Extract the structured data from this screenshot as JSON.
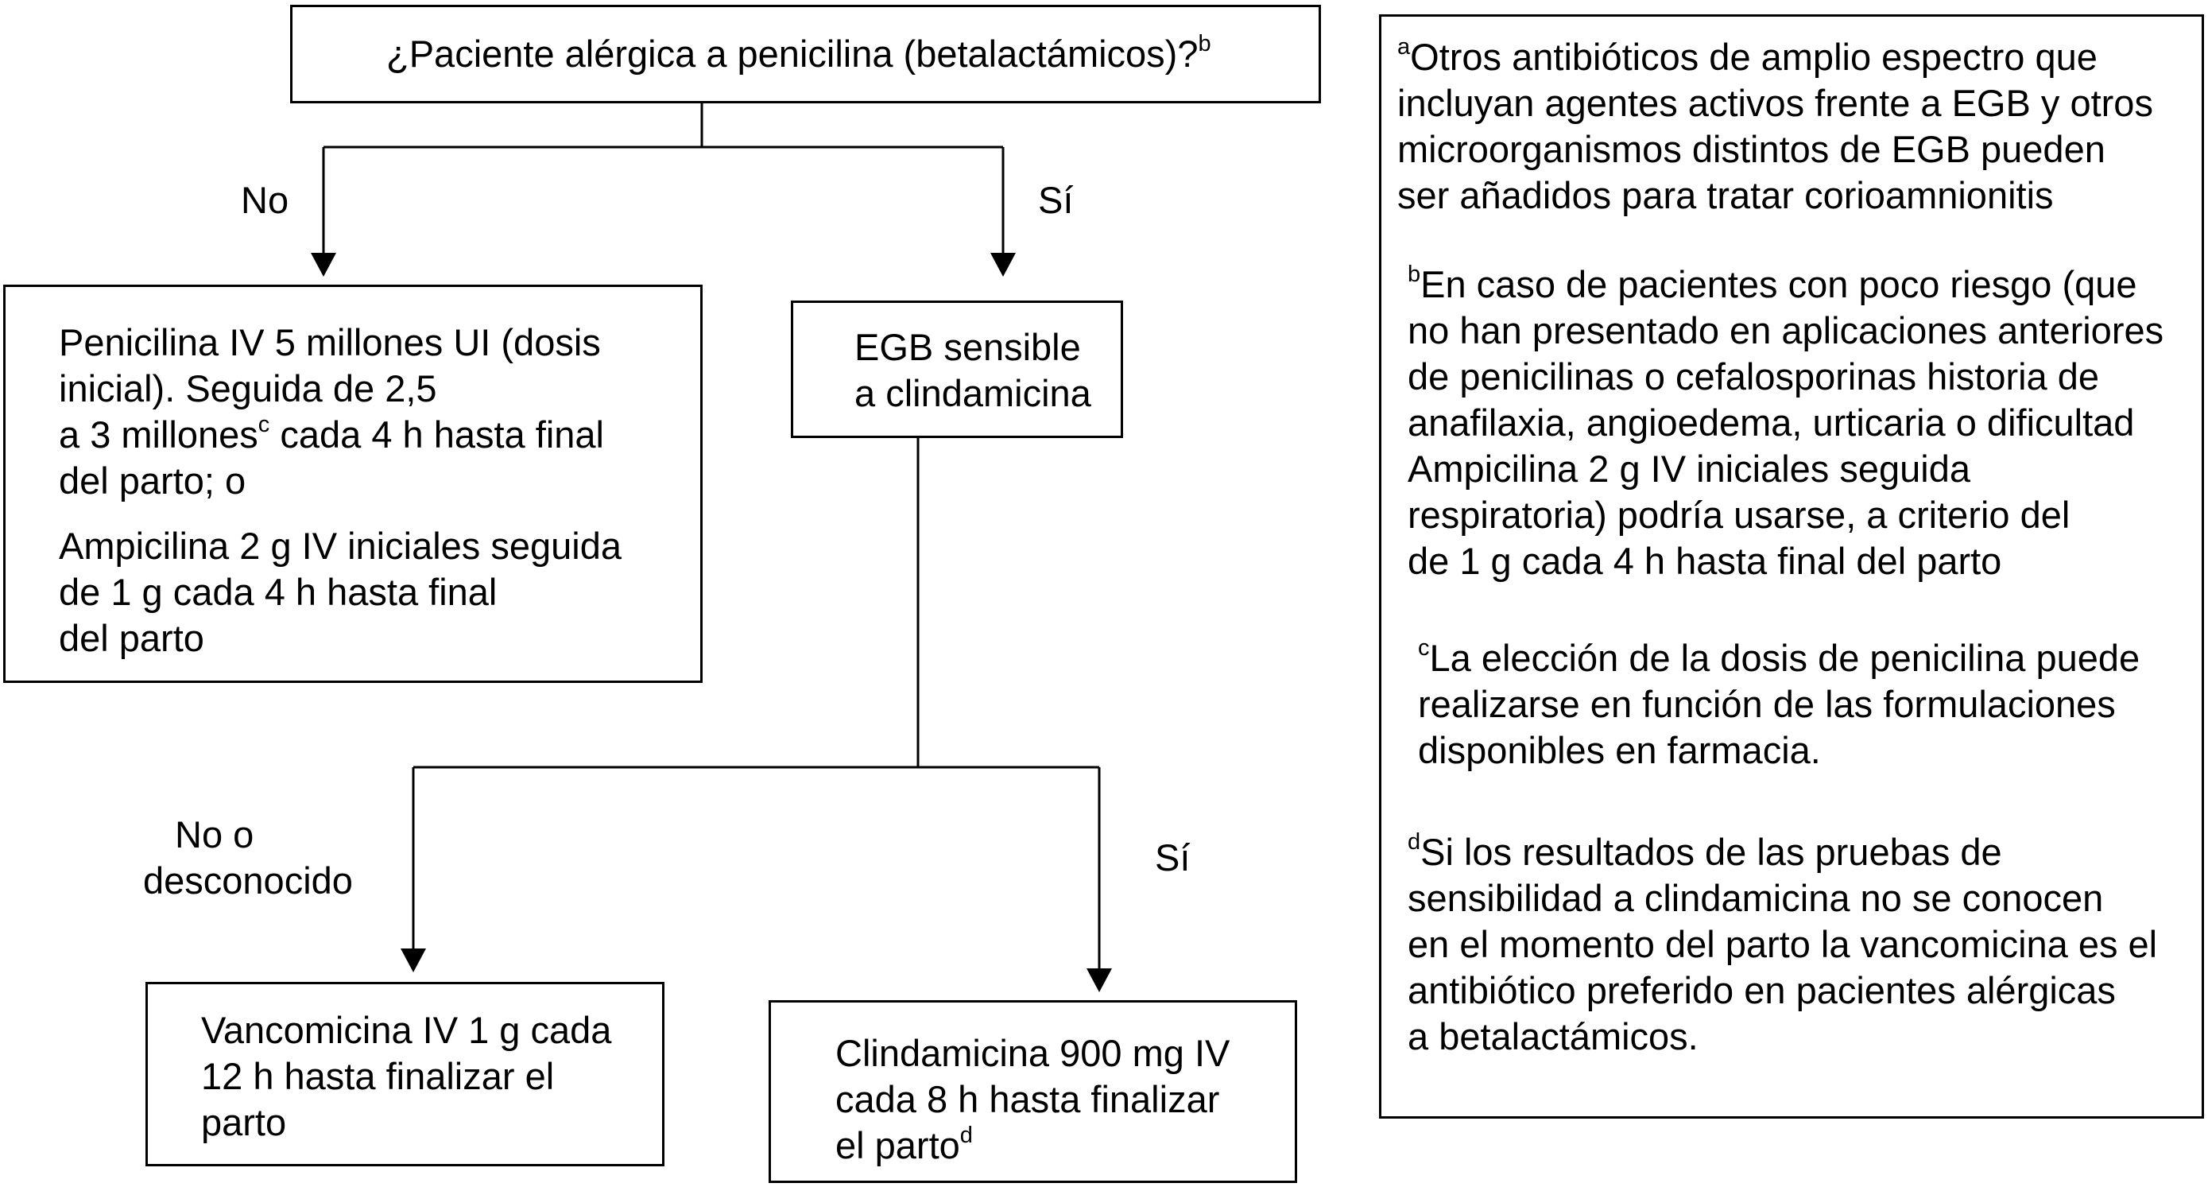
{
  "flowchart": {
    "question": {
      "text": "¿Paciente alérgica a penicilina (betalactámicos)?",
      "sup": "b"
    },
    "branch_no_label": "No",
    "branch_yes_label": "Sí",
    "penicillin_box": {
      "lines": [
        {
          "text": "Penicilina IV 5 millones UI (dosis"
        },
        {
          "text": "inicial). Seguida de 2,5"
        },
        {
          "text": "a 3 millones",
          "sup": "c",
          "after": " cada 4 h hasta final"
        },
        {
          "text": "del parto; o"
        },
        {
          "text": "Ampicilina 2 g IV iniciales seguida"
        },
        {
          "text": "de 1 g cada 4 h hasta final"
        },
        {
          "text": "del parto"
        }
      ]
    },
    "egb_box": {
      "lines": [
        {
          "text": "EGB sensible"
        },
        {
          "text": "a clindamicina"
        }
      ]
    },
    "branch_unknown_label": [
      "No o",
      "desconocido"
    ],
    "branch_sensitive_label": "Sí",
    "vancomycin_box": {
      "lines": [
        {
          "text": "Vancomicina IV 1 g cada"
        },
        {
          "text": "12 h hasta finalizar el"
        },
        {
          "text": "parto"
        }
      ]
    },
    "clindamycin_box": {
      "lines": [
        {
          "text": "Clindamicina 900 mg IV"
        },
        {
          "text": "cada 8 h hasta finalizar"
        },
        {
          "text": "el parto",
          "sup": "d"
        }
      ]
    }
  },
  "notes": [
    {
      "lines": [
        {
          "sup": "a",
          "text": "Otros antibióticos de amplio espectro que"
        },
        {
          "text": "incluyan agentes activos frente a EGB y otros"
        },
        {
          "text": "microorganismos distintos de EGB pueden"
        },
        {
          "text": "ser añadidos para tratar corioamnionitis"
        }
      ]
    },
    {
      "lines": [
        {
          "sup": "b",
          "text": "En caso de pacientes con poco riesgo (que"
        },
        {
          "text": "no han presentado en aplicaciones anteriores"
        },
        {
          "text": "de penicilinas o cefalosporinas historia de"
        },
        {
          "text": "anafilaxia, angioedema, urticaria o dificultad"
        },
        {
          "text": "Ampicilina 2 g IV iniciales seguida"
        },
        {
          "text": "respiratoria) podría usarse, a criterio del"
        },
        {
          "text": "de 1 g cada 4 h hasta final del parto"
        }
      ]
    },
    {
      "lines": [
        {
          "sup": "c",
          "text": "La elección de la dosis de penicilina puede"
        },
        {
          "text": "realizarse en función de las formulaciones"
        },
        {
          "text": "disponibles en farmacia."
        }
      ]
    },
    {
      "lines": [
        {
          "sup": "d",
          "text": "Si los resultados de las pruebas de"
        },
        {
          "text": "sensibilidad a clindamicina no se conocen"
        },
        {
          "text": "en el momento del parto la vancomicina es el"
        },
        {
          "text": "antibiótico preferido en pacientes alérgicas"
        },
        {
          "text": "a betalactámicos."
        }
      ]
    }
  ]
}
